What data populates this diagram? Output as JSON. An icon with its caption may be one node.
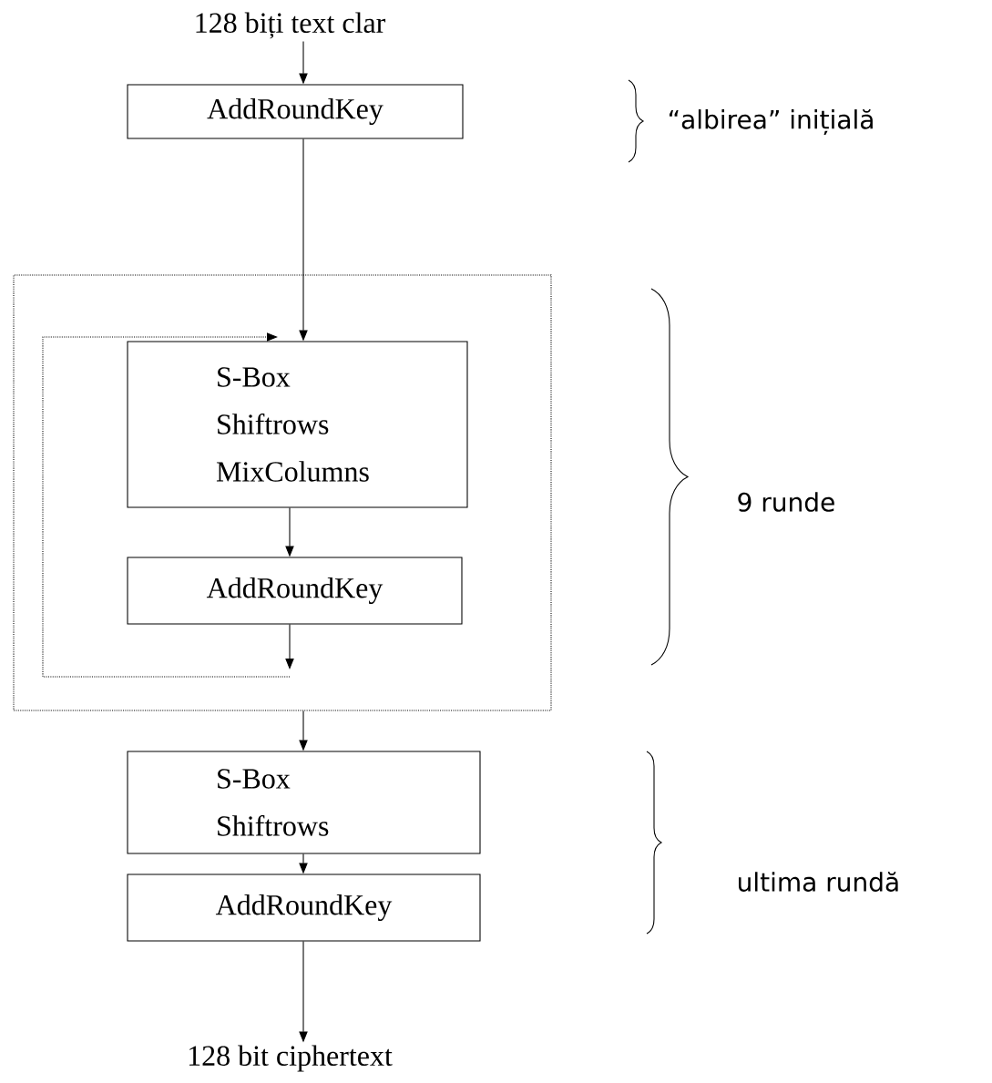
{
  "diagram": {
    "nodes": [
      {
        "text": [
          "128 biți text clar"
        ]
      },
      {
        "text": [
          "AddRoundKey"
        ]
      },
      {
        "text": [],
        "shape": "box"
      },
      {
        "text": [
          "S-Box",
          "Shiftrows",
          "MixColumns"
        ],
        "in": 2
      },
      {
        "text": [
          "AddRoundKey"
        ],
        "in": 2
      },
      {
        "text": [
          "S-Box",
          "Shiftrows"
        ]
      },
      {
        "text": [
          "AddRoundKey"
        ]
      },
      {
        "text": [
          "128 bit ciphertext"
        ]
      }
    ],
    "edges": [
      {
        "from": 0,
        "to": 1,
        "arrow": "to"
      },
      {
        "from": 1,
        "to": 3,
        "arrow": "to"
      },
      {
        "from": 3,
        "to": 4,
        "arrow": "to"
      },
      {
        "from": 4,
        "to": null,
        "arrow": "to"
      },
      {
        "from": 4,
        "to": 3,
        "arrow": "to",
        "style": "dashed"
      },
      {
        "from": 2,
        "to": 5,
        "arrow": "to"
      },
      {
        "from": 5,
        "to": 6,
        "arrow": "to"
      },
      {
        "from": 6,
        "to": 7,
        "arrow": "to"
      }
    ],
    "labels": [
      "“albirea” inițială",
      "9 runde",
      "ultima rundă"
    ]
  }
}
